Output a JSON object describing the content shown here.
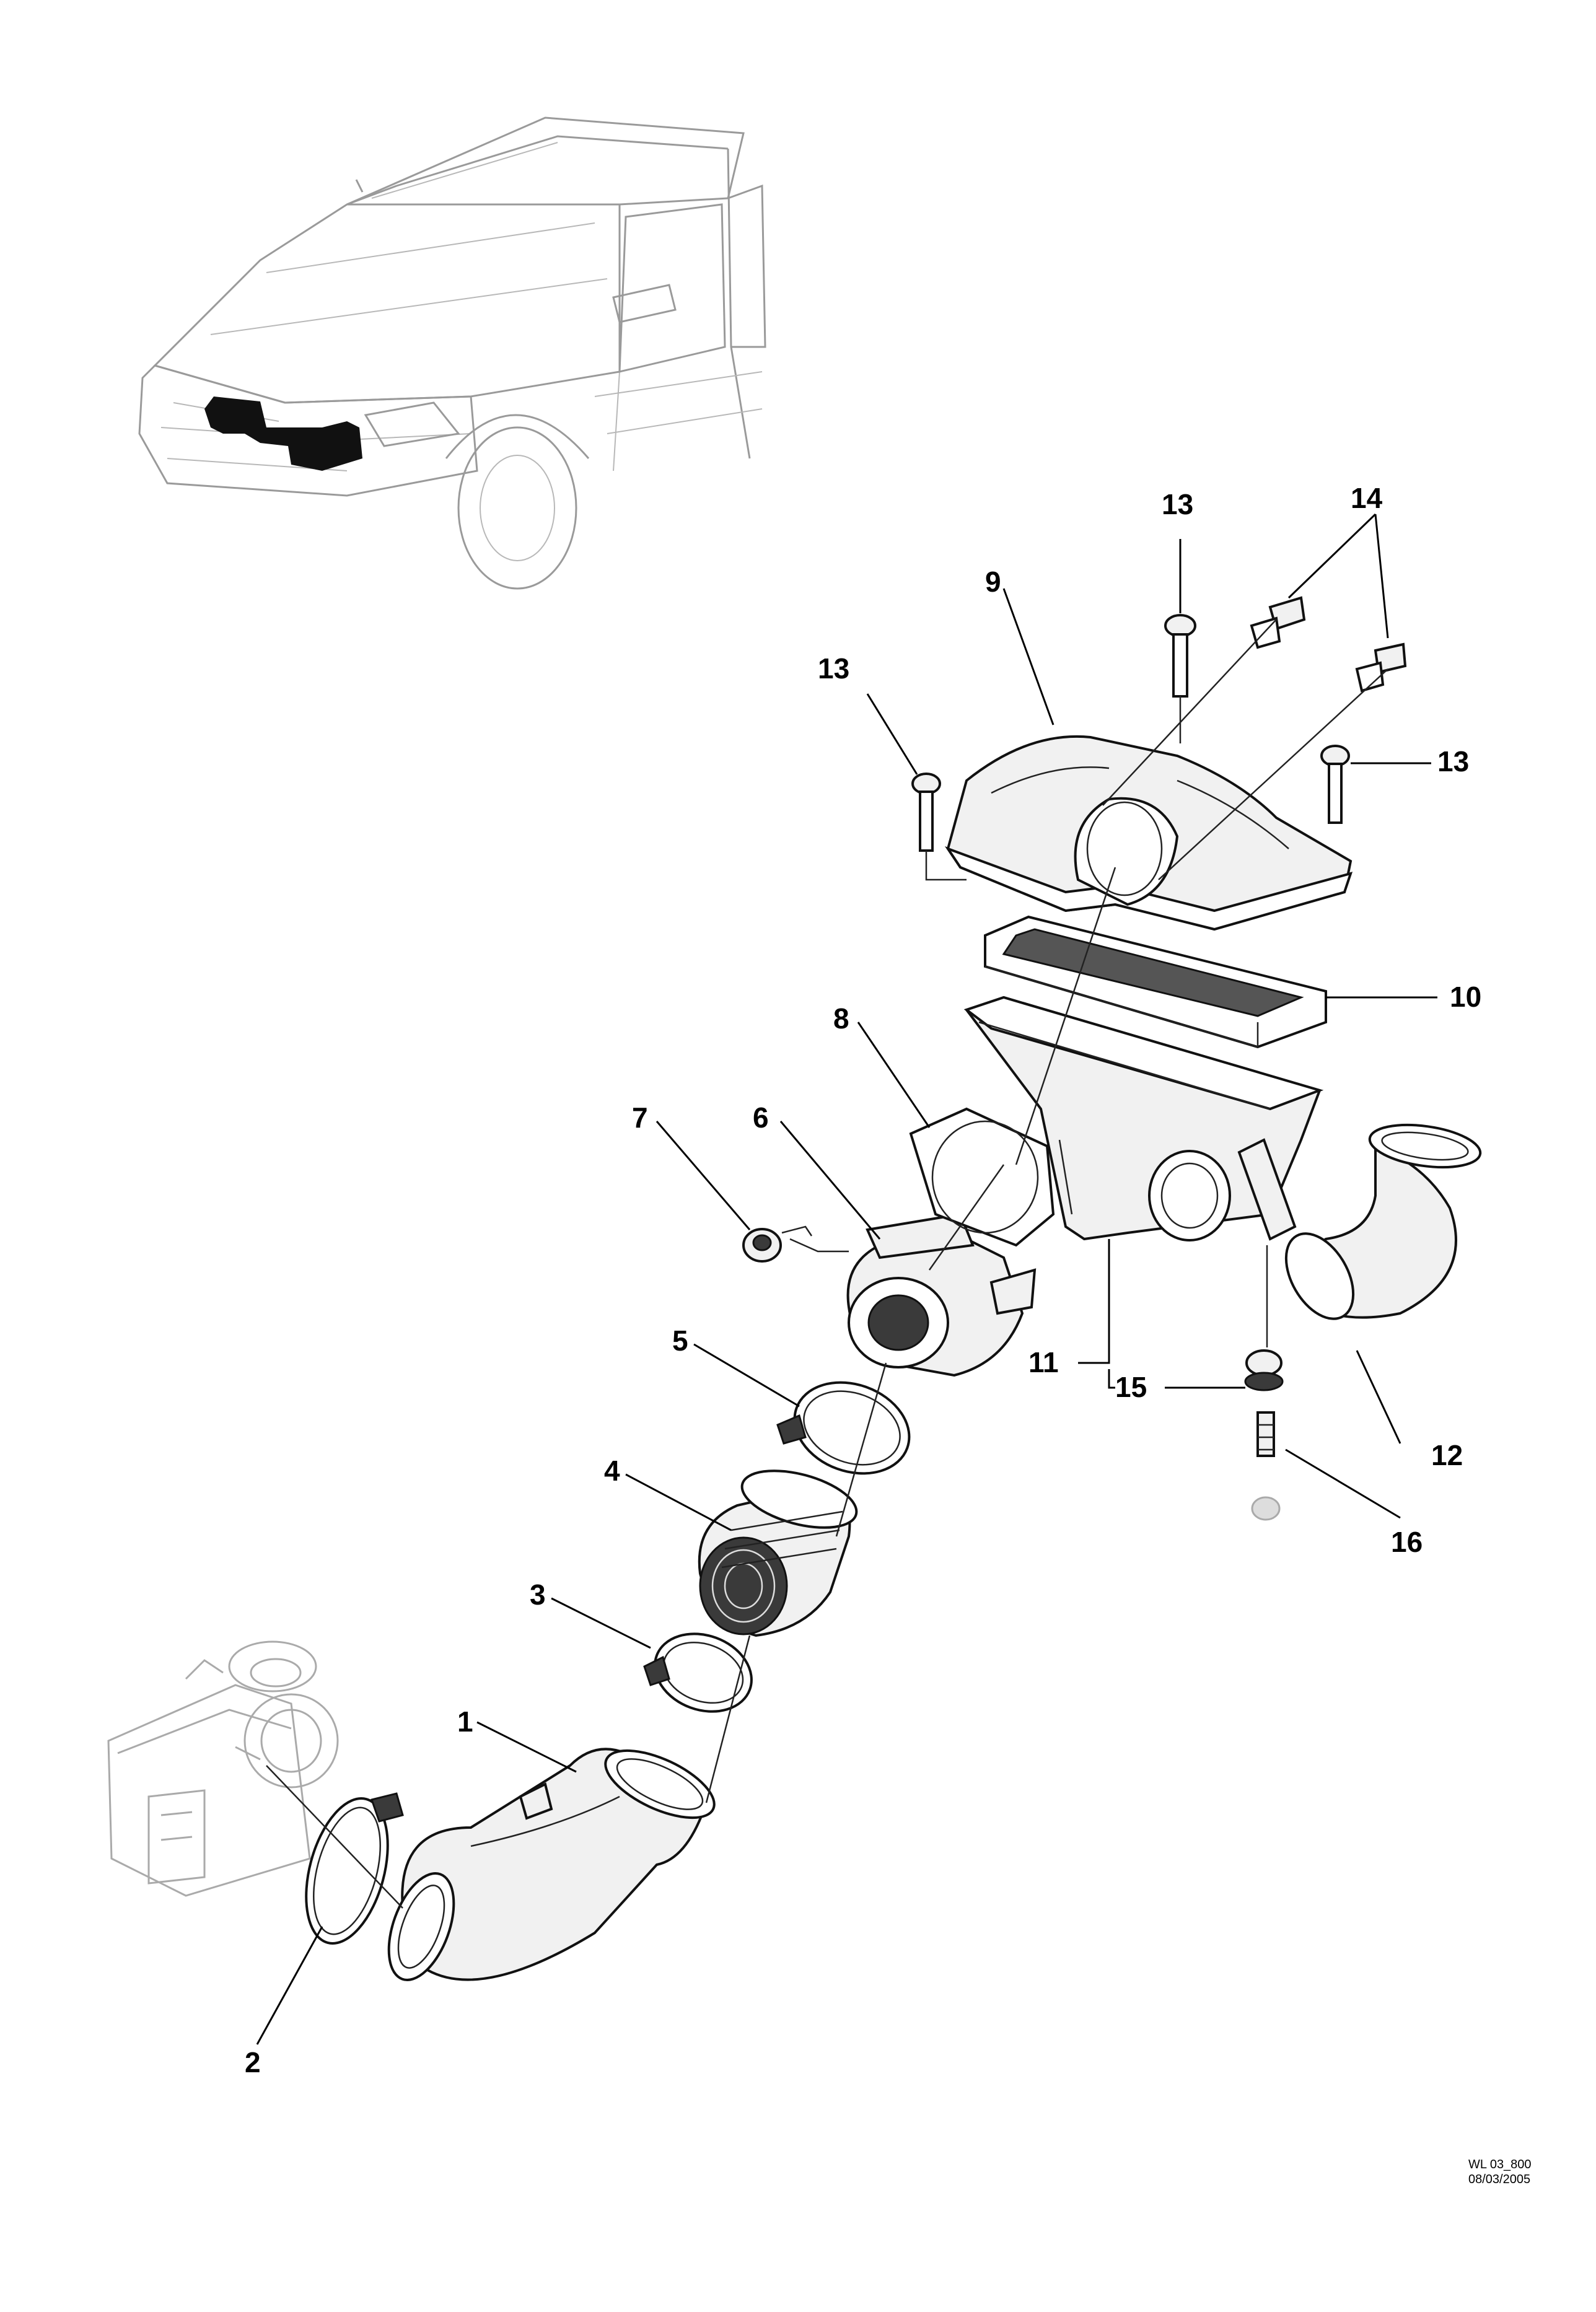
{
  "diagram": {
    "callouts": [
      {
        "id": "1",
        "label": "1"
      },
      {
        "id": "2",
        "label": "2"
      },
      {
        "id": "3",
        "label": "3"
      },
      {
        "id": "4",
        "label": "4"
      },
      {
        "id": "5",
        "label": "5"
      },
      {
        "id": "6",
        "label": "6"
      },
      {
        "id": "7",
        "label": "7"
      },
      {
        "id": "8",
        "label": "8"
      },
      {
        "id": "9",
        "label": "9"
      },
      {
        "id": "10",
        "label": "10"
      },
      {
        "id": "11",
        "label": "11"
      },
      {
        "id": "12",
        "label": "12"
      },
      {
        "id": "13a",
        "label": "13"
      },
      {
        "id": "13b",
        "label": "13"
      },
      {
        "id": "13c",
        "label": "13"
      },
      {
        "id": "14",
        "label": "14"
      },
      {
        "id": "15",
        "label": "15"
      },
      {
        "id": "16",
        "label": "16"
      }
    ],
    "reference_code": "WL 03_800",
    "reference_date": "08/03/2005"
  }
}
